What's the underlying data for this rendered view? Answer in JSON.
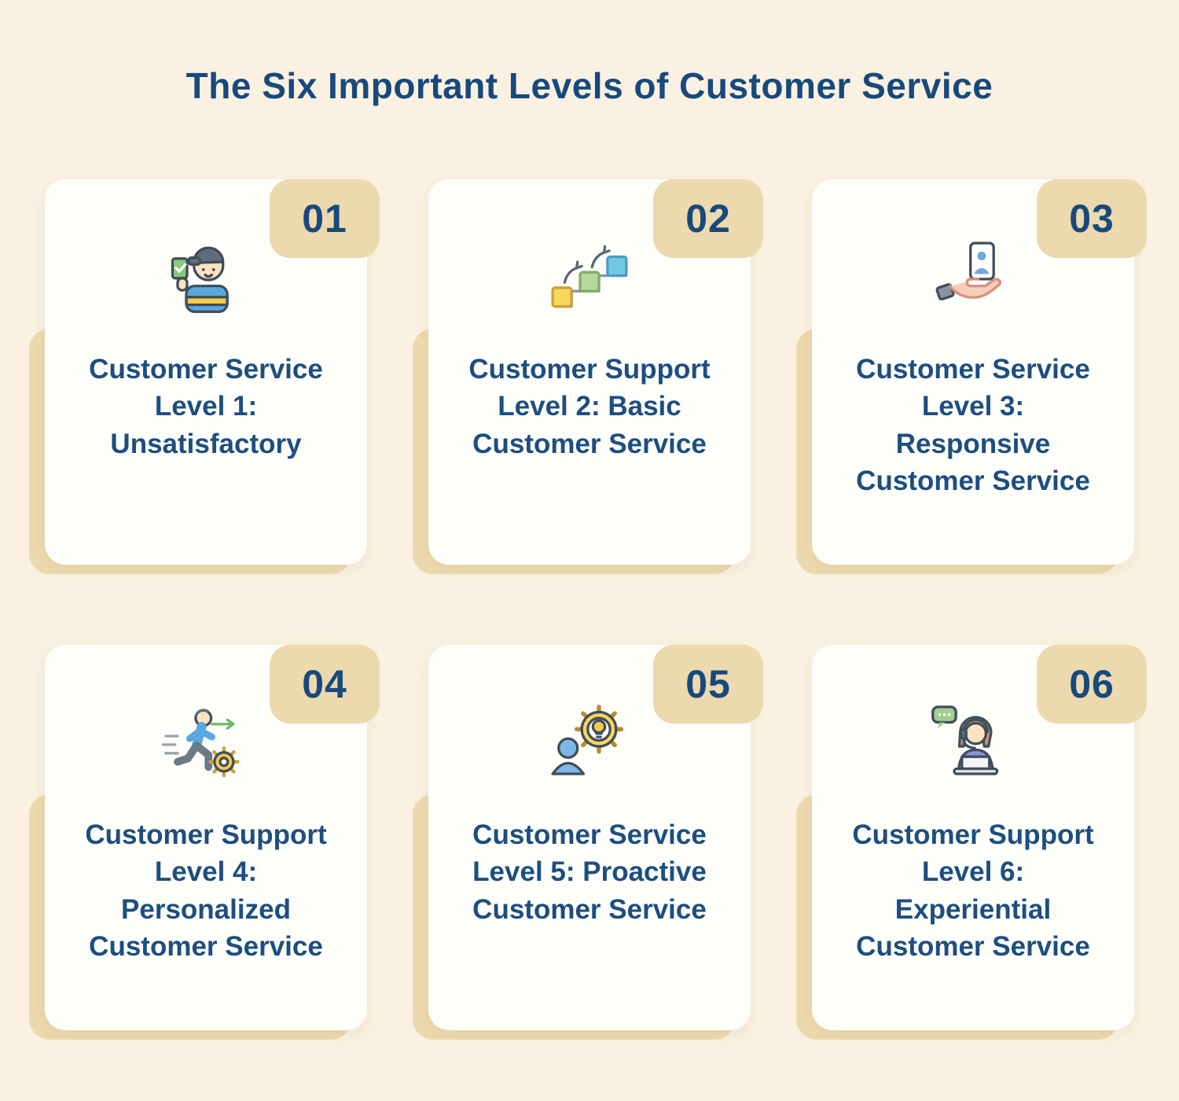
{
  "page": {
    "title": "The Six Important Levels of Customer Service",
    "background_color": "#faf1e2",
    "accent_navy": "#17497c",
    "badge_tan": "#ecd9ae",
    "card_white": "#fdfdfa"
  },
  "cards": [
    {
      "number": "01",
      "label": "Customer Service Level 1: Unsatisfactory",
      "icon": "person-thumbs-up-icon"
    },
    {
      "number": "02",
      "label": "Customer Support Level 2: Basic Customer Service",
      "icon": "ascending-steps-icon"
    },
    {
      "number": "03",
      "label": "Customer Service Level 3: Responsive Customer Service",
      "icon": "hand-holding-phone-icon"
    },
    {
      "number": "04",
      "label": "Customer Support Level 4: Personalized Customer Service",
      "icon": "running-person-gear-icon"
    },
    {
      "number": "05",
      "label": "Customer Service Level 5: Proactive Customer Service",
      "icon": "person-gear-lightbulb-icon"
    },
    {
      "number": "06",
      "label": "Customer Support Level 6: Experiential Customer Service",
      "icon": "support-agent-laptop-icon"
    }
  ]
}
